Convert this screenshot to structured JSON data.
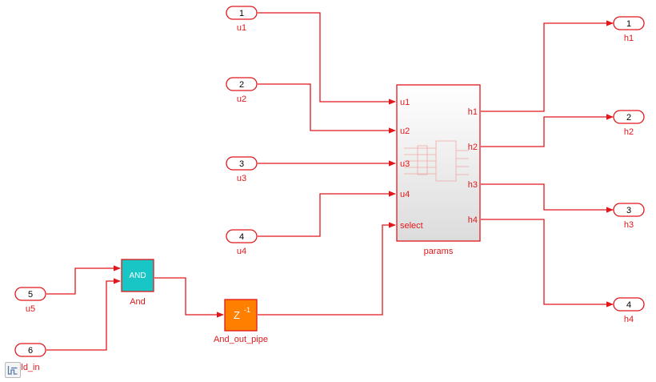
{
  "colors": {
    "wire": "#e0181b",
    "port_fill": "#ffffff",
    "and_fill": "#19c6c6",
    "delay_fill": "#ff8000",
    "subsystem_fill": "#f1f1f1"
  },
  "inports": [
    {
      "number": "1",
      "name": "u1"
    },
    {
      "number": "2",
      "name": "u2"
    },
    {
      "number": "3",
      "name": "u3"
    },
    {
      "number": "4",
      "name": "u4"
    },
    {
      "number": "5",
      "name": "u5"
    },
    {
      "number": "6",
      "name": "ld_in"
    }
  ],
  "outports": [
    {
      "number": "1",
      "name": "h1"
    },
    {
      "number": "2",
      "name": "h2"
    },
    {
      "number": "3",
      "name": "h3"
    },
    {
      "number": "4",
      "name": "h4"
    }
  ],
  "subsystem": {
    "name": "params",
    "inputs": [
      "u1",
      "u2",
      "u3",
      "u4",
      "select"
    ],
    "outputs": [
      "h1",
      "h2",
      "h3",
      "h4"
    ]
  },
  "and_block": {
    "operator": "AND",
    "name": "And"
  },
  "delay_block": {
    "symbol": "Z",
    "exponent": "-1",
    "name": "And_out_pipe"
  },
  "toolbar": {
    "fit_icon": "hide-show-icon"
  }
}
